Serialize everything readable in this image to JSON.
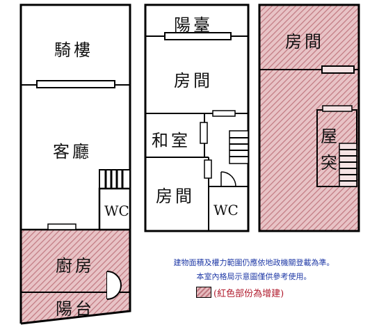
{
  "panels": {
    "left": {
      "rooms": {
        "arcade": "騎樓",
        "living_room": "客廳",
        "wc": "WC",
        "kitchen": "廚房",
        "balcony": "陽台"
      }
    },
    "middle": {
      "rooms": {
        "balcony": "陽臺",
        "bedroom_top": "房間",
        "tatami_room": "和室",
        "bedroom_bottom": "房間",
        "wc": "WC"
      }
    },
    "right": {
      "rooms": {
        "bedroom": "房間",
        "rooftop_left": "屋",
        "rooftop_right": "突"
      }
    }
  },
  "notes": {
    "line1": "建物面積及權力範圍仍應依地政機關登載為準。",
    "line2": "本室內格局示意圖僅供參考使用。",
    "legend": "(紅色部份為增建)"
  },
  "colors": {
    "wall": "#000000",
    "addition_hatch": "#c07880",
    "addition_fill": "#e8c3c6",
    "note_text": "#1f39a6",
    "legend_text": "#b01a2c"
  }
}
